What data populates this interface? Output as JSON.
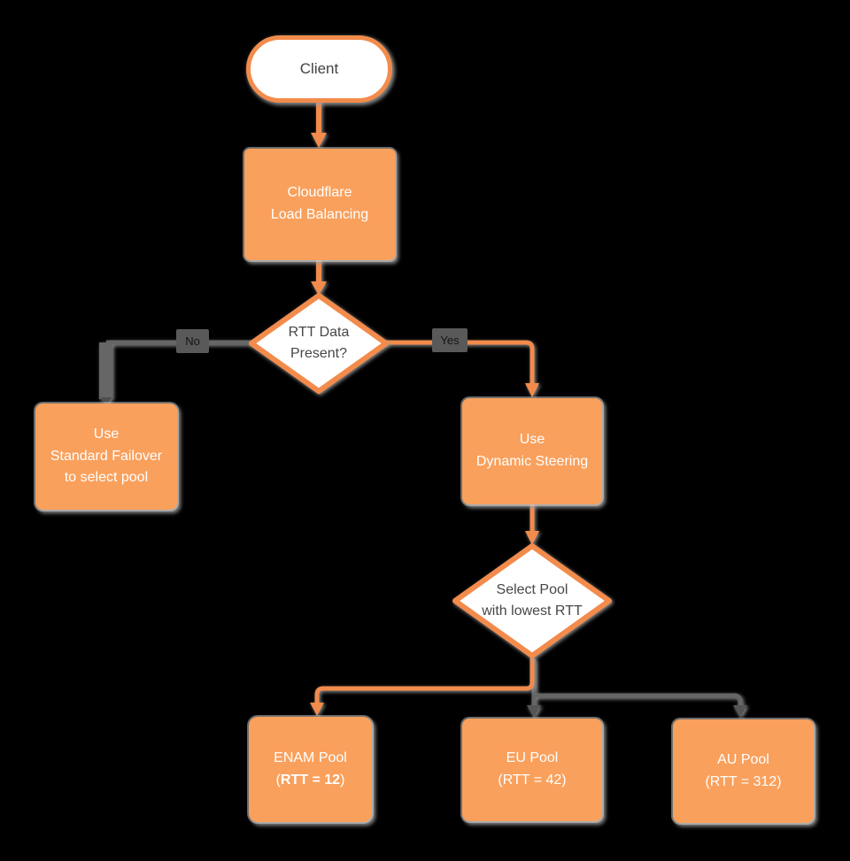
{
  "nodes": {
    "client": {
      "label": "Client"
    },
    "load_balancing": {
      "label": "Cloudflare\nLoad Balancing"
    },
    "rtt_decision": {
      "label": "RTT Data\nPresent?"
    },
    "standard_failover": {
      "label": "Use\nStandard Failover\nto select pool"
    },
    "dynamic_steering": {
      "label": "Use\nDynamic Steering"
    },
    "select_pool": {
      "label": "Select Pool\nwith lowest RTT"
    }
  },
  "edges": {
    "no_label": "No",
    "yes_label": "Yes"
  },
  "pools": [
    {
      "name": "ENAM Pool",
      "paren_open": "(",
      "rtt": "RTT = 12",
      "paren_close": ")"
    },
    {
      "name": "EU Pool",
      "paren_open": "(",
      "rtt": "RTT = 42",
      "paren_close": ")"
    },
    {
      "name": "AU Pool",
      "paren_open": "(",
      "rtt": "RTT = 312",
      "paren_close": ")"
    }
  ],
  "colors": {
    "node_fill": "#F9A05C",
    "node_border": "#F28B4B",
    "connector_gray": "#666666",
    "label_chip": "#595959",
    "text_on_orange": "#FFFFFF",
    "text_dark": "#474747",
    "background": "#000000",
    "shadow": "#9E9E9E"
  }
}
